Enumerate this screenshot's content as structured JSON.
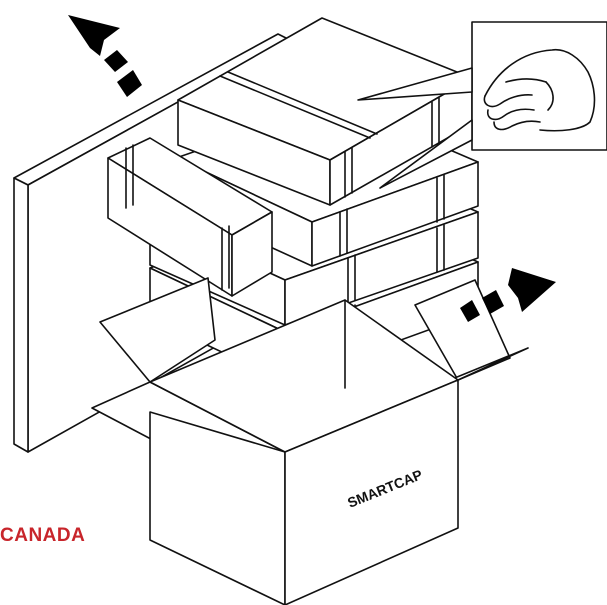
{
  "brand": {
    "box_logo": "SMARTCAP"
  },
  "region": {
    "label": "CANADA"
  },
  "colors": {
    "line": "#111111",
    "arrow_fill": "#000000",
    "region_label": "#c8252b",
    "background": "#ffffff"
  },
  "icons": {
    "upper_arrow": "dashed-arrow-up-left",
    "right_arrow": "dashed-arrow-right",
    "callout": "hand-lifting-callout"
  }
}
